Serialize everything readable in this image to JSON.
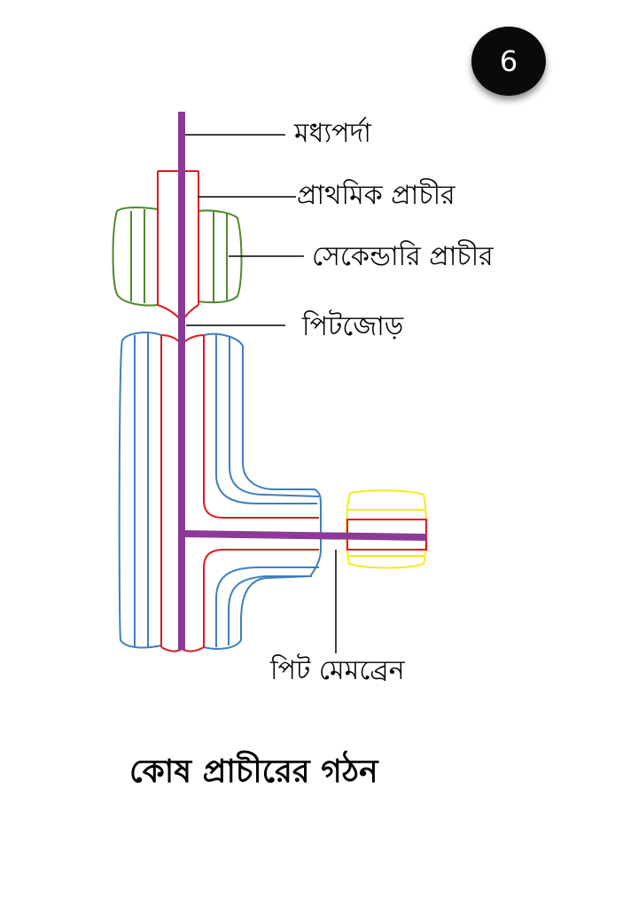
{
  "page_number": "6",
  "labels": {
    "middle_lamella": "মধ্যপর্দা",
    "primary_wall": "প্রাথমিক প্রাচীর",
    "secondary_wall": "সেকেন্ডারি প্রাচীর",
    "pit_pair": "পিটজোড়",
    "pit_membrane": "পিট মেমব্রেন"
  },
  "caption": "কোষ প্রাচীরের গঠন",
  "colors": {
    "middle_lamella": "#8b3a96",
    "primary_wall": "#e0191f",
    "secondary_wall_upper": "#4f8a2e",
    "secondary_wall_lower": "#3d7fbf",
    "adjacent_cell": "#f5ec1a"
  }
}
